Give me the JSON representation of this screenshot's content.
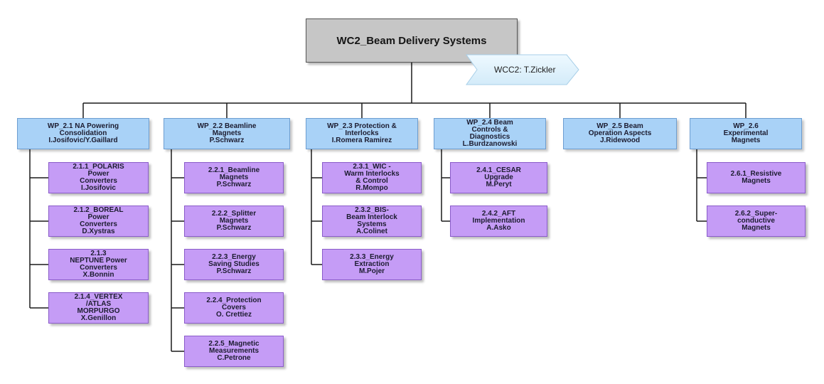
{
  "root": {
    "label": "WC2_Beam Delivery Systems"
  },
  "callout": {
    "label": "WCC2: T.Zickler"
  },
  "work_packages": [
    {
      "lines": [
        "WP_2.1 NA Powering",
        "Consolidation",
        "I.Josifovic/Y.Gaillard"
      ],
      "tasks": [
        [
          "2.1.1_POLARIS",
          "Power",
          "Converters",
          "I.Josifovic"
        ],
        [
          "2.1.2_BOREAL",
          "Power",
          "Converters",
          "D.Xystras"
        ],
        [
          "2.1.3",
          "NEPTUNE Power",
          "Converters",
          "X.Bonnin"
        ],
        [
          "2.1.4_VERTEX",
          "/ATLAS",
          "MORPURGO",
          "X.Genillon"
        ]
      ]
    },
    {
      "lines": [
        "WP_2.2 Beamline",
        "Magnets",
        "P.Schwarz"
      ],
      "tasks": [
        [
          "2.2.1_Beamline",
          "Magnets",
          "P.Schwarz"
        ],
        [
          "2.2.2_Splitter",
          "Magnets",
          "P.Schwarz"
        ],
        [
          "2.2.3_Energy",
          "Saving Studies",
          "P.Schwarz"
        ],
        [
          "2.2.4_Protection",
          "Covers",
          "O. Crettiez"
        ],
        [
          "2.2.5_Magnetic",
          "Measurements",
          "C.Petrone"
        ]
      ]
    },
    {
      "lines": [
        "WP_2.3 Protection &",
        "Interlocks",
        "I.Romera Ramirez"
      ],
      "tasks": [
        [
          "2.3.1_WIC -",
          "Warm Interlocks",
          "& Control",
          "R.Mompo"
        ],
        [
          "2.3.2_BIS-",
          "Beam Interlock",
          "Systems",
          "A.Colinet"
        ],
        [
          "2.3.3_Energy",
          "Extraction",
          "M.Pojer"
        ]
      ]
    },
    {
      "lines": [
        "WP_2.4 Beam",
        "Controls &",
        "Diagnostics",
        "L.Burdzanowski"
      ],
      "tasks": [
        [
          "2.4.1_CESAR",
          "Upgrade",
          "M.Peryt"
        ],
        [
          "2.4.2_AFT",
          "Implementation",
          "A.Asko"
        ]
      ]
    },
    {
      "lines": [
        "WP_2.5 Beam",
        "Operation Aspects",
        "J.Ridewood"
      ],
      "tasks": []
    },
    {
      "lines": [
        "WP_2.6",
        "Experimental",
        "Magnets"
      ],
      "tasks": [
        [
          "2.6.1_Resistive",
          "Magnets"
        ],
        [
          "2.6.2_Super-",
          "conductive",
          "Magnets"
        ]
      ]
    }
  ],
  "colors": {
    "root_fill": "#c6c6c6",
    "wp_fill": "#a9d2f7",
    "task_fill": "#c59cf6",
    "callout_fill": "#e3f3fc",
    "connector": "#1a1a1a"
  }
}
